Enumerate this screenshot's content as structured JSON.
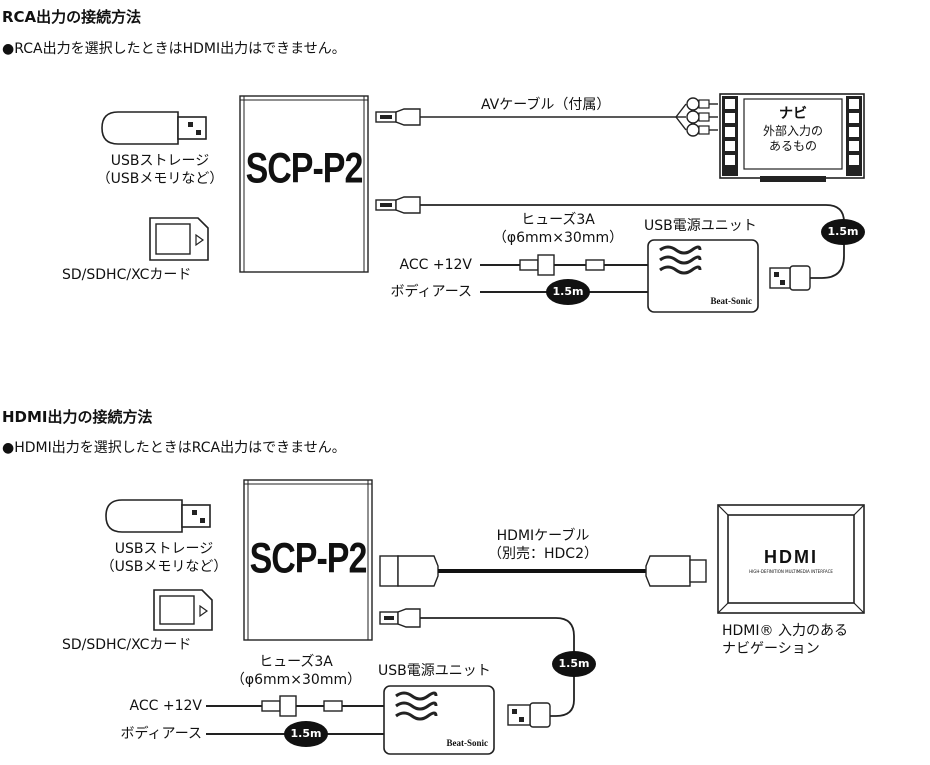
{
  "section1": {
    "title": "RCA出力の接続方法",
    "note": "●RCA出力を選択したときはHDMI出力はできません。",
    "device_name": "SCP-P2",
    "usb_storage_line1": "USBストレージ",
    "usb_storage_line2": "（USBメモリなど）",
    "sd_card": "SD/SDHC/XCカード",
    "av_cable": "AVケーブル（付属）",
    "tv_title": "ナビ",
    "tv_line1": "外部入力の",
    "tv_line2": "あるもの",
    "length_badge": "1.5m",
    "fuse_line1": "ヒューズ3A",
    "fuse_line2": "（φ6mm×30mm）",
    "usb_power_unit": "USB電源ユニット",
    "acc": "ACC +12V",
    "body_earth": "ボディアース",
    "brand": "Beat-Sonic"
  },
  "section2": {
    "title": "HDMI出力の接続方法",
    "note": "●HDMI出力を選択したときはRCA出力はできません。",
    "device_name": "SCP-P2",
    "usb_storage_line1": "USBストレージ",
    "usb_storage_line2": "（USBメモリなど）",
    "sd_card": "SD/SDHC/XCカード",
    "hdmi_cable_line1": "HDMIケーブル",
    "hdmi_cable_line2": "（別売：HDC2）",
    "hdmi_logo": "HDMI",
    "hdmi_logo_sub": "HIGH-DEFINITION MULTIMEDIA INTERFACE",
    "hdmi_target_line1": "HDMI® 入力のある",
    "hdmi_target_line2": "ナビゲーション",
    "length_badge": "1.5m",
    "fuse_line1": "ヒューズ3A",
    "fuse_line2": "（φ6mm×30mm）",
    "usb_power_unit": "USB電源ユニット",
    "acc": "ACC +12V",
    "body_earth": "ボディアース",
    "brand": "Beat-Sonic"
  }
}
